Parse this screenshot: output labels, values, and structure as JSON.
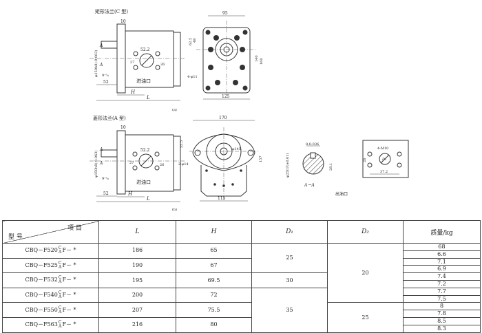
{
  "figure_a": {
    "title": "矩形法兰(C 型)",
    "caption": "(a)",
    "inlet_label": "进油口",
    "dims": {
      "flange_thk": "10",
      "shaft_dia": "φ150h8(-0.063)",
      "port_w": "52.2",
      "port_h": "27",
      "port_h2": "26",
      "key": "9⁺⁵₀",
      "shaft_len": "52",
      "H": "H",
      "L": "L",
      "width_top": "95",
      "d62": "62.5",
      "d48": "48",
      "d140": "140",
      "d160": "160",
      "holes": "4-φ11",
      "width_bottom": "125",
      "section_mark": "A"
    }
  },
  "figure_b": {
    "title": "菱形法兰(A 型)",
    "caption": "(b)",
    "inlet_label": "进油口",
    "dims": {
      "flange_thk": "10",
      "shaft_dia": "φ150h8(-0.063)",
      "port_w": "52.2",
      "port_h": "27",
      "port_h2": "26",
      "key": "9⁺⁵₀",
      "shaft_len": "52",
      "H": "H",
      "L": "L",
      "width_top": "170",
      "d55": "55.5",
      "pcd": "φ145",
      "holes": "2-φ14",
      "d157": "157",
      "width_bottom": "115",
      "section_mark": "A"
    }
  },
  "section": {
    "label": "A－A",
    "key_w": "8-0.036",
    "shaft": "φ25h7(±0.01)",
    "depth": "28.1"
  },
  "outlet": {
    "label": "出油口",
    "holes": "4-M10",
    "d26": "26",
    "d37": "37.2",
    "port": "D₂"
  },
  "table": {
    "header_item": "项 目",
    "header_model": "型 号",
    "columns": [
      "L",
      "H",
      "D₁",
      "D₂",
      "质量/kg"
    ],
    "rows": [
      {
        "model": "CBQ－F520",
        "suffix_top": "C",
        "suffix_bottom": "A",
        "tail": "F－ *",
        "L": "186",
        "H": "65",
        "mass": [
          "68",
          "6.6"
        ]
      },
      {
        "model": "CBQ－F525",
        "suffix_top": "C",
        "suffix_bottom": "A",
        "tail": "F－ *",
        "L": "190",
        "H": "67",
        "mass": [
          "7.1",
          "6.9"
        ]
      },
      {
        "model": "CBQ－F532",
        "suffix_top": "C",
        "suffix_bottom": "A",
        "tail": "F－ *",
        "L": "195",
        "H": "69.5",
        "mass": [
          "7.4",
          "7.2"
        ]
      },
      {
        "model": "CBQ－F540",
        "suffix_top": "C",
        "suffix_bottom": "A",
        "tail": "F－ *",
        "L": "200",
        "H": "72",
        "mass": [
          "7.7",
          "7.5"
        ]
      },
      {
        "model": "CBQ－F550",
        "suffix_top": "C",
        "suffix_bottom": "A",
        "tail": "F－ *",
        "L": "207",
        "H": "75.5",
        "mass": [
          "8",
          "7.8"
        ]
      },
      {
        "model": "CBQ－F563",
        "suffix_top": "C",
        "suffix_bottom": "A",
        "tail": "F－ *",
        "L": "216",
        "H": "80",
        "mass": [
          "8.5",
          "8.3"
        ]
      }
    ],
    "D1": [
      "25",
      "30",
      "35"
    ],
    "D2": [
      "20",
      "25"
    ]
  }
}
